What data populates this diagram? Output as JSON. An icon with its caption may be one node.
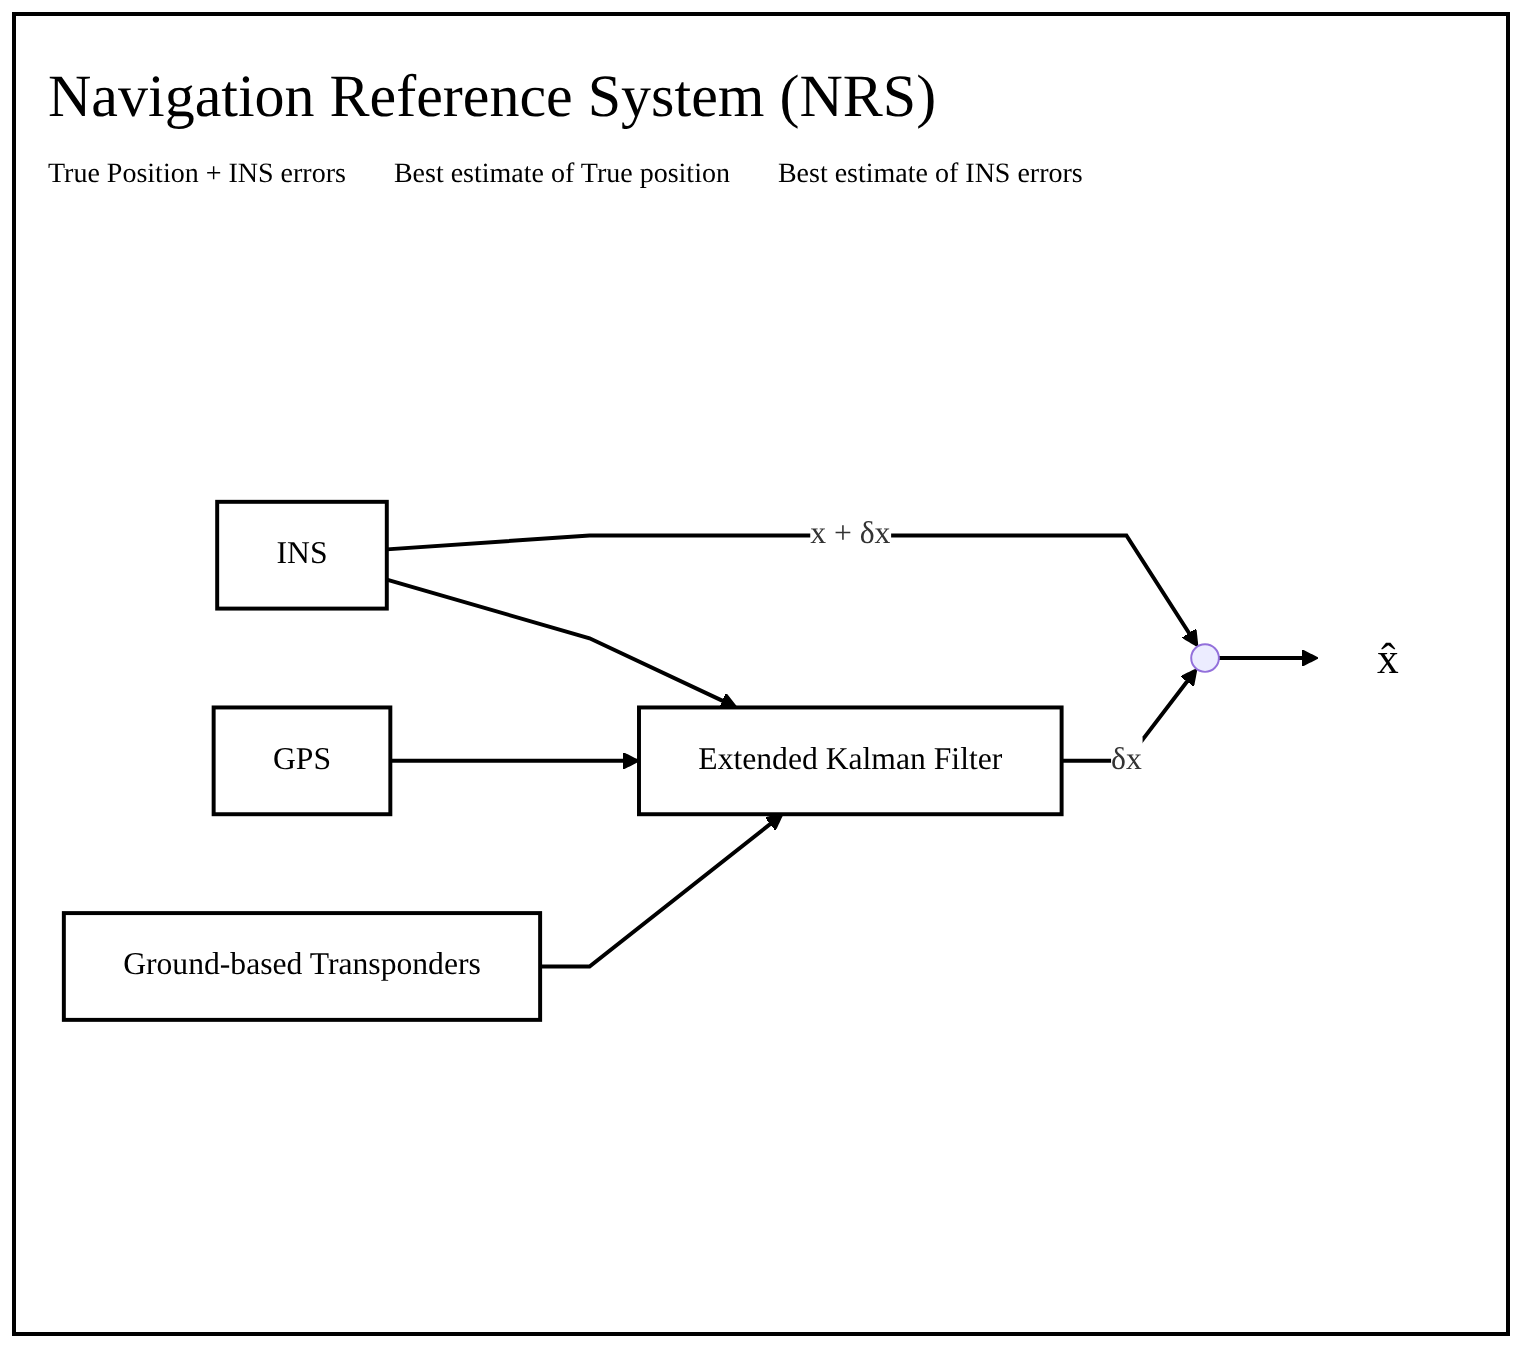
{
  "diagram": {
    "title": "Navigation Reference System (NRS)",
    "nodes": [
      {
        "text": [
          "INS"
        ]
      },
      {
        "text": [
          "GPS"
        ]
      },
      {
        "text": [
          "Ground-based Transponders"
        ]
      },
      {
        "text": [
          "Extended Kalman Filter"
        ]
      },
      {
        "text": [],
        "shape": "circle"
      },
      {
        "text": [
          "x̂"
        ]
      }
    ],
    "edges": [
      {
        "from": 0,
        "to": 4,
        "arrow": "to",
        "label": "x + δx"
      },
      {
        "from": 0,
        "to": 3,
        "arrow": "to"
      },
      {
        "from": 1,
        "to": 3,
        "arrow": "to"
      },
      {
        "from": 2,
        "to": 3,
        "arrow": "to"
      },
      {
        "from": 3,
        "to": 4,
        "arrow": "to",
        "label": "δx"
      },
      {
        "from": 4,
        "to": 5,
        "arrow": "to"
      }
    ],
    "labels": [
      "True Position + INS errors",
      "Best estimate of True position",
      "Best estimate of INS errors"
    ]
  }
}
